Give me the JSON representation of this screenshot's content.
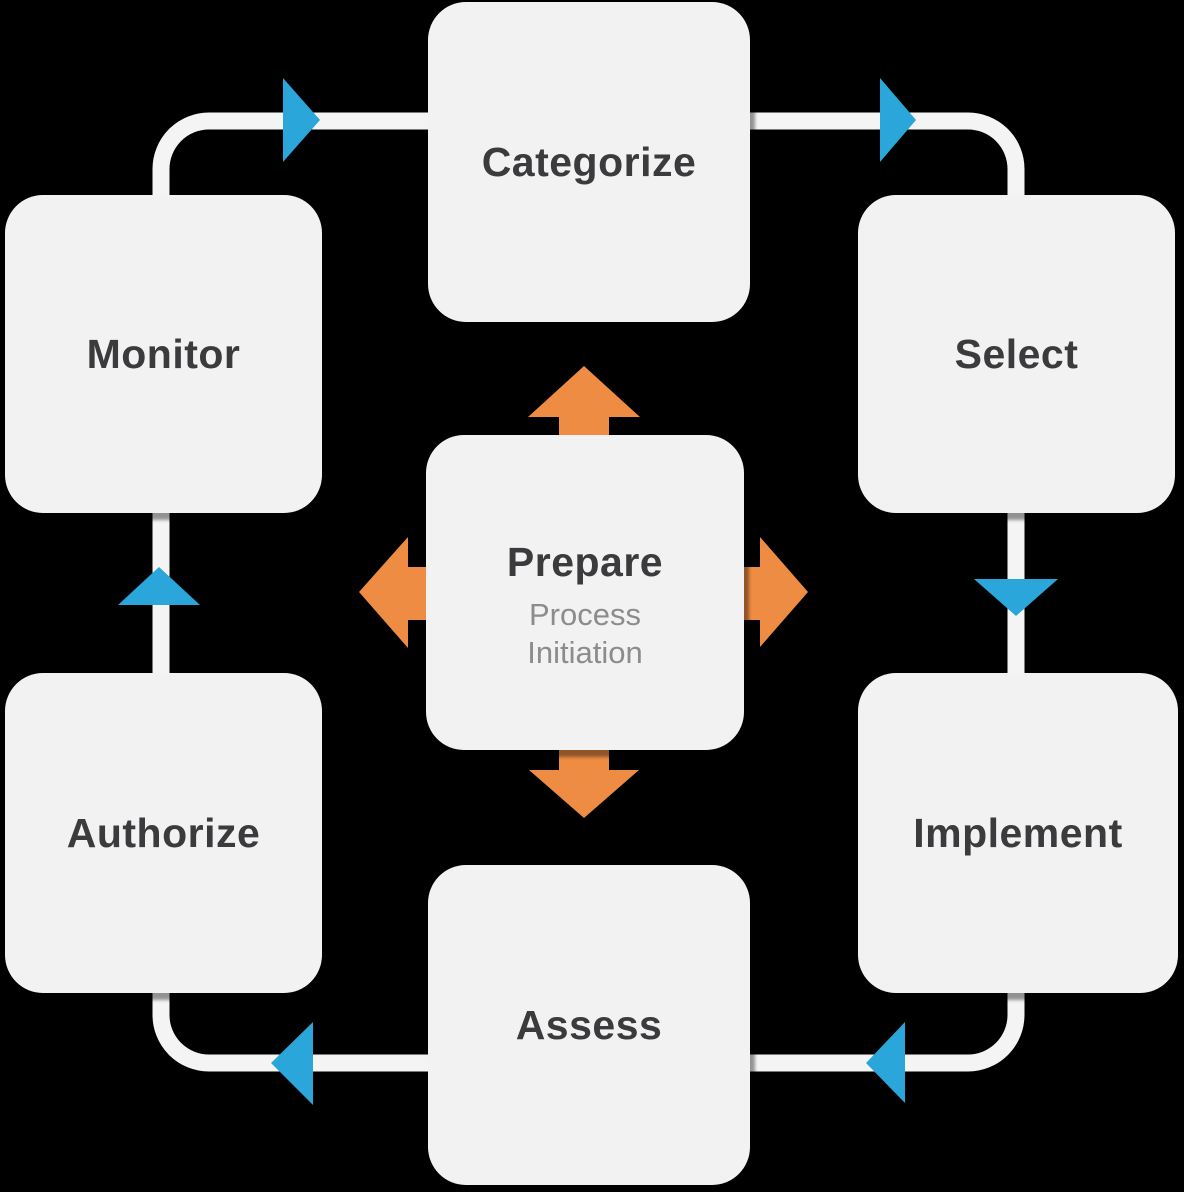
{
  "diagram": {
    "type": "cycle",
    "description": "Risk Management Framework cycle diagram"
  },
  "colors": {
    "box_fill": "#f2f2f2",
    "track": "#f4f4f4",
    "arrow_blue": "#2aa6db",
    "arrow_orange": "#ef8c43",
    "title_text": "#3b3b3d",
    "subtitle_text": "#8c8c8c",
    "bg": "#000000"
  },
  "nodes": [
    {
      "id": "categorize",
      "label": "Categorize"
    },
    {
      "id": "select",
      "label": "Select"
    },
    {
      "id": "implement",
      "label": "Implement"
    },
    {
      "id": "assess",
      "label": "Assess"
    },
    {
      "id": "authorize",
      "label": "Authorize"
    },
    {
      "id": "monitor",
      "label": "Monitor"
    }
  ],
  "center": {
    "label": "Prepare",
    "sublabel": "Process Initiation"
  },
  "flow_arrows": [
    {
      "name": "monitor-to-categorize",
      "color": "blue",
      "direction": "right"
    },
    {
      "name": "categorize-to-select",
      "color": "blue",
      "direction": "right"
    },
    {
      "name": "select-to-implement",
      "color": "blue",
      "direction": "down"
    },
    {
      "name": "implement-to-assess",
      "color": "blue",
      "direction": "left"
    },
    {
      "name": "assess-to-authorize",
      "color": "blue",
      "direction": "left"
    },
    {
      "name": "authorize-to-monitor",
      "color": "blue",
      "direction": "up"
    }
  ],
  "center_arrows": {
    "color": "orange",
    "directions": [
      "up",
      "right",
      "down",
      "left"
    ]
  }
}
